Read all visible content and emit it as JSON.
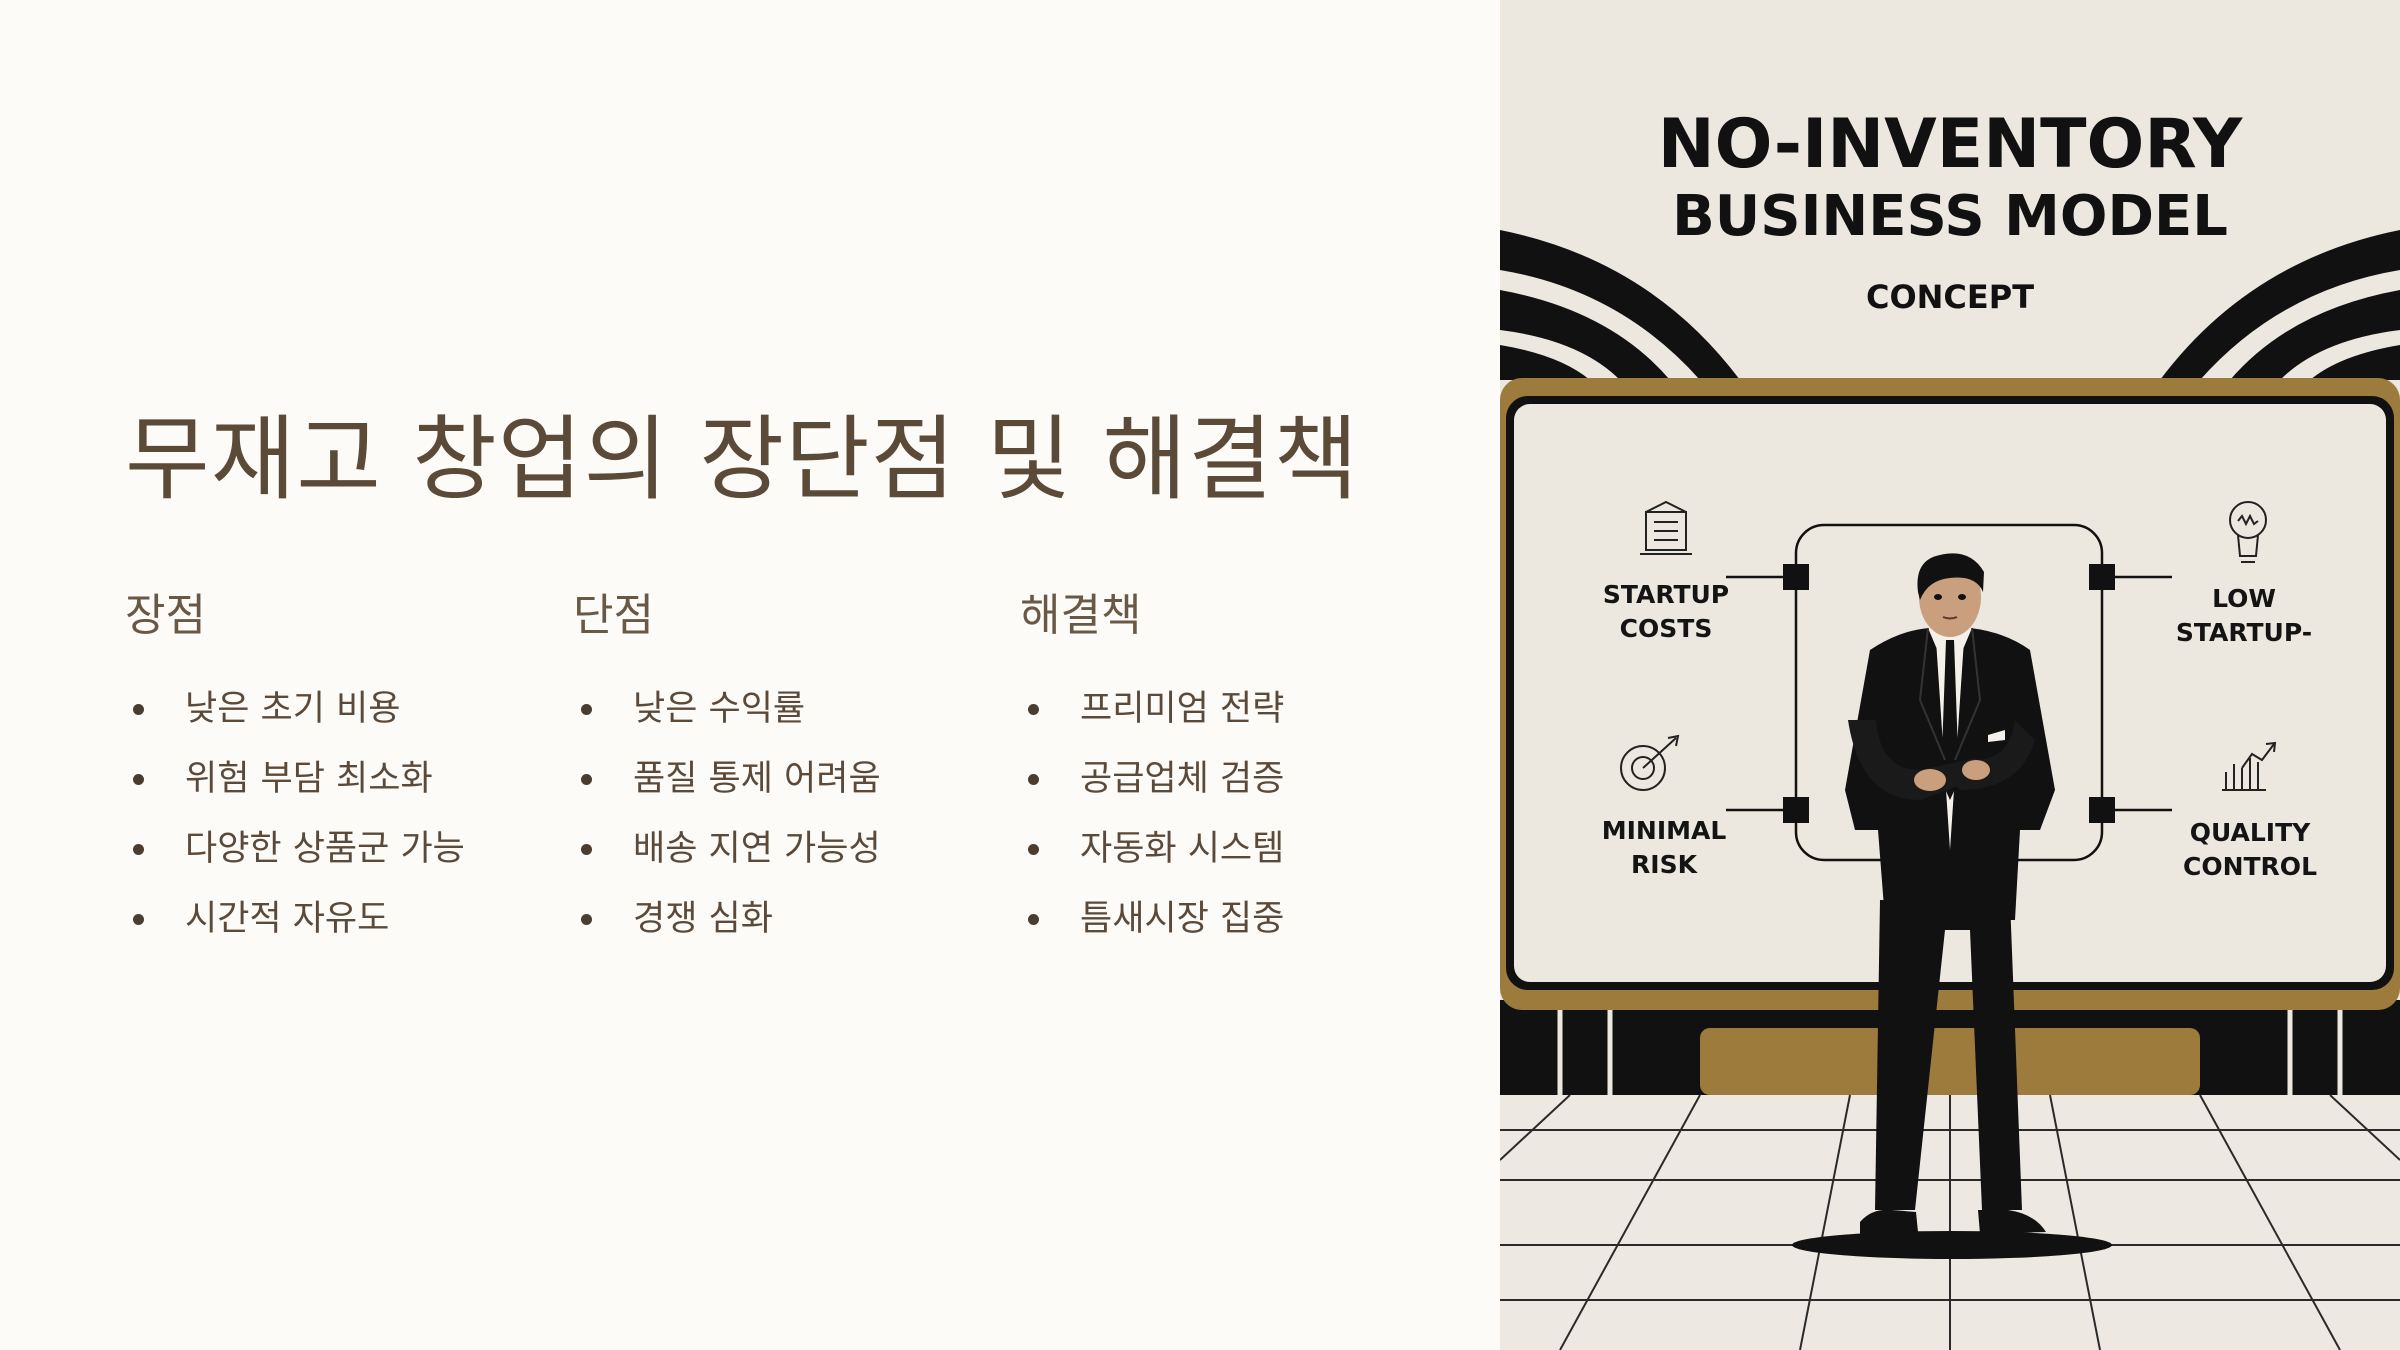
{
  "slide": {
    "title": "무재고 창업의 장단점 및 해결책",
    "columns": [
      {
        "heading": "장점",
        "items": [
          "낮은 초기 비용",
          "위험 부담 최소화",
          "다양한 상품군 가능",
          "시간적 자유도"
        ]
      },
      {
        "heading": "단점",
        "items": [
          "낮은 수익률",
          "품질 통제 어려움",
          "배송 지연 가능성",
          "경쟁 심화"
        ]
      },
      {
        "heading": "해결책",
        "items": [
          "프리미엄 전략",
          "공급업체 검증",
          "자동화 시스템",
          "틈새시장 집중"
        ]
      }
    ]
  },
  "illustration": {
    "title_line1": "NO-INVENTORY",
    "title_line2": "BUSINESS MODEL",
    "title_line3": "CONCEPT",
    "labels": {
      "startup_costs": [
        "STARTUP",
        "COSTS"
      ],
      "low_startup": [
        "LOW",
        "STARTUP-"
      ],
      "minimal_risk": [
        "MINIMAL",
        "RISK"
      ],
      "quality_control": [
        "QUALITY",
        "CONTROL"
      ]
    },
    "colors": {
      "accent_gold": "#9c7b3c",
      "ink": "#111111",
      "panel": "#ece7df",
      "title_text": "#5b4a38"
    },
    "icons": [
      "document-icon",
      "lightbulb-icon",
      "target-icon",
      "growth-chart-icon"
    ]
  }
}
